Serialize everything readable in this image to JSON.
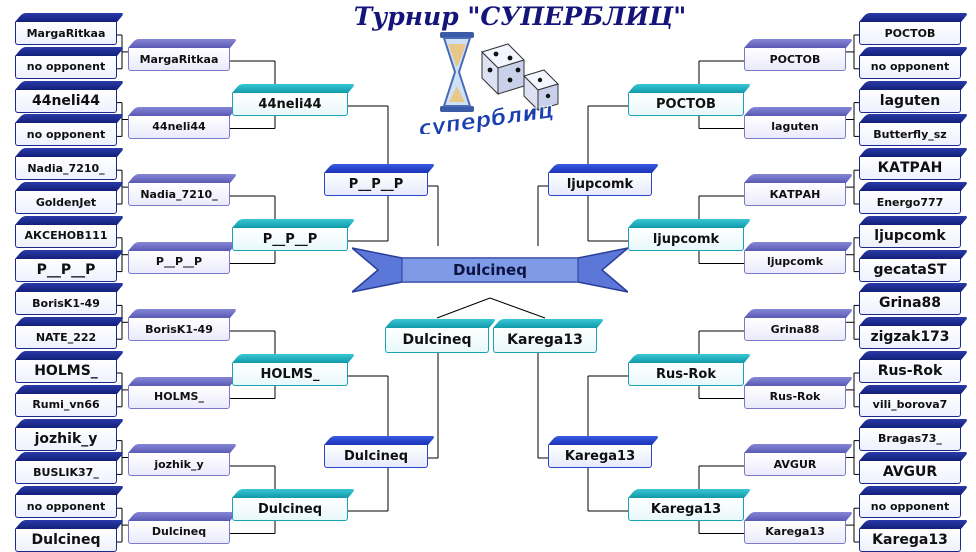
{
  "title": "Турнир \"СУПЕРБЛИЦ\"",
  "logo": {
    "text": "суперблиц",
    "icons": [
      "hourglass-icon",
      "dice-icon"
    ]
  },
  "champion": "Dulcineq",
  "bracket": {
    "left": {
      "r1": [
        "MargaRitkaa",
        "no opponent",
        "44neli44",
        "no opponent",
        "Nadia_7210_",
        "GoldenJet",
        "АКСЕНОВ111",
        "P__P__P",
        "BorisK1-49",
        "NATE_222",
        "HOLMS_",
        "Rumi_vn66",
        "jozhik_y",
        "BUSLIK37_",
        "no opponent",
        "Dulcineq"
      ],
      "r2": [
        "MargaRitkaa",
        "44neli44",
        "Nadia_7210_",
        "P__P__P",
        "BorisK1-49",
        "HOLMS_",
        "jozhik_y",
        "Dulcineq"
      ],
      "r3": [
        "44neli44",
        "P__P__P",
        "HOLMS_",
        "Dulcineq"
      ],
      "r4": [
        "P__P__P",
        "Dulcineq"
      ],
      "r5": "Dulcineq"
    },
    "right": {
      "r1": [
        "РОСТОВ",
        "no opponent",
        "laguten",
        "Butterfly_sz",
        "КАТРАН",
        "Energo777",
        "ljupcomk",
        "gecataST",
        "Grina88",
        "zigzak173",
        "Rus-Rok",
        "vili_borova7",
        "Bragas73_",
        "AVGUR",
        "no opponent",
        "Karega13"
      ],
      "r2": [
        "РОСТОВ",
        "laguten",
        "КАТРАН",
        "ljupcomk",
        "Grina88",
        "Rus-Rok",
        "AVGUR",
        "Karega13"
      ],
      "r3": [
        "РОСТОВ",
        "ljupcomk",
        "Rus-Rok",
        "Karega13"
      ],
      "r4": [
        "ljupcomk",
        "Karega13"
      ],
      "r5": "Karega13"
    }
  },
  "colors": {
    "line": "#000000",
    "navy": "#121f7a",
    "lavender": "#6b6bc4",
    "teal": "#17a8b6",
    "blue": "#1f3fd0"
  }
}
